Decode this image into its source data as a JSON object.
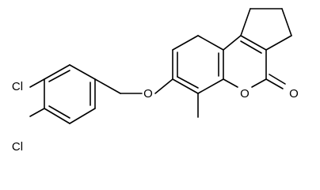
{
  "molecule": {
    "atom_labels": {
      "cl_upper": "Cl",
      "cl_lower": "Cl",
      "ether_oxygen": "O",
      "ring_oxygen": "O",
      "carbonyl_oxygen": "O"
    }
  }
}
